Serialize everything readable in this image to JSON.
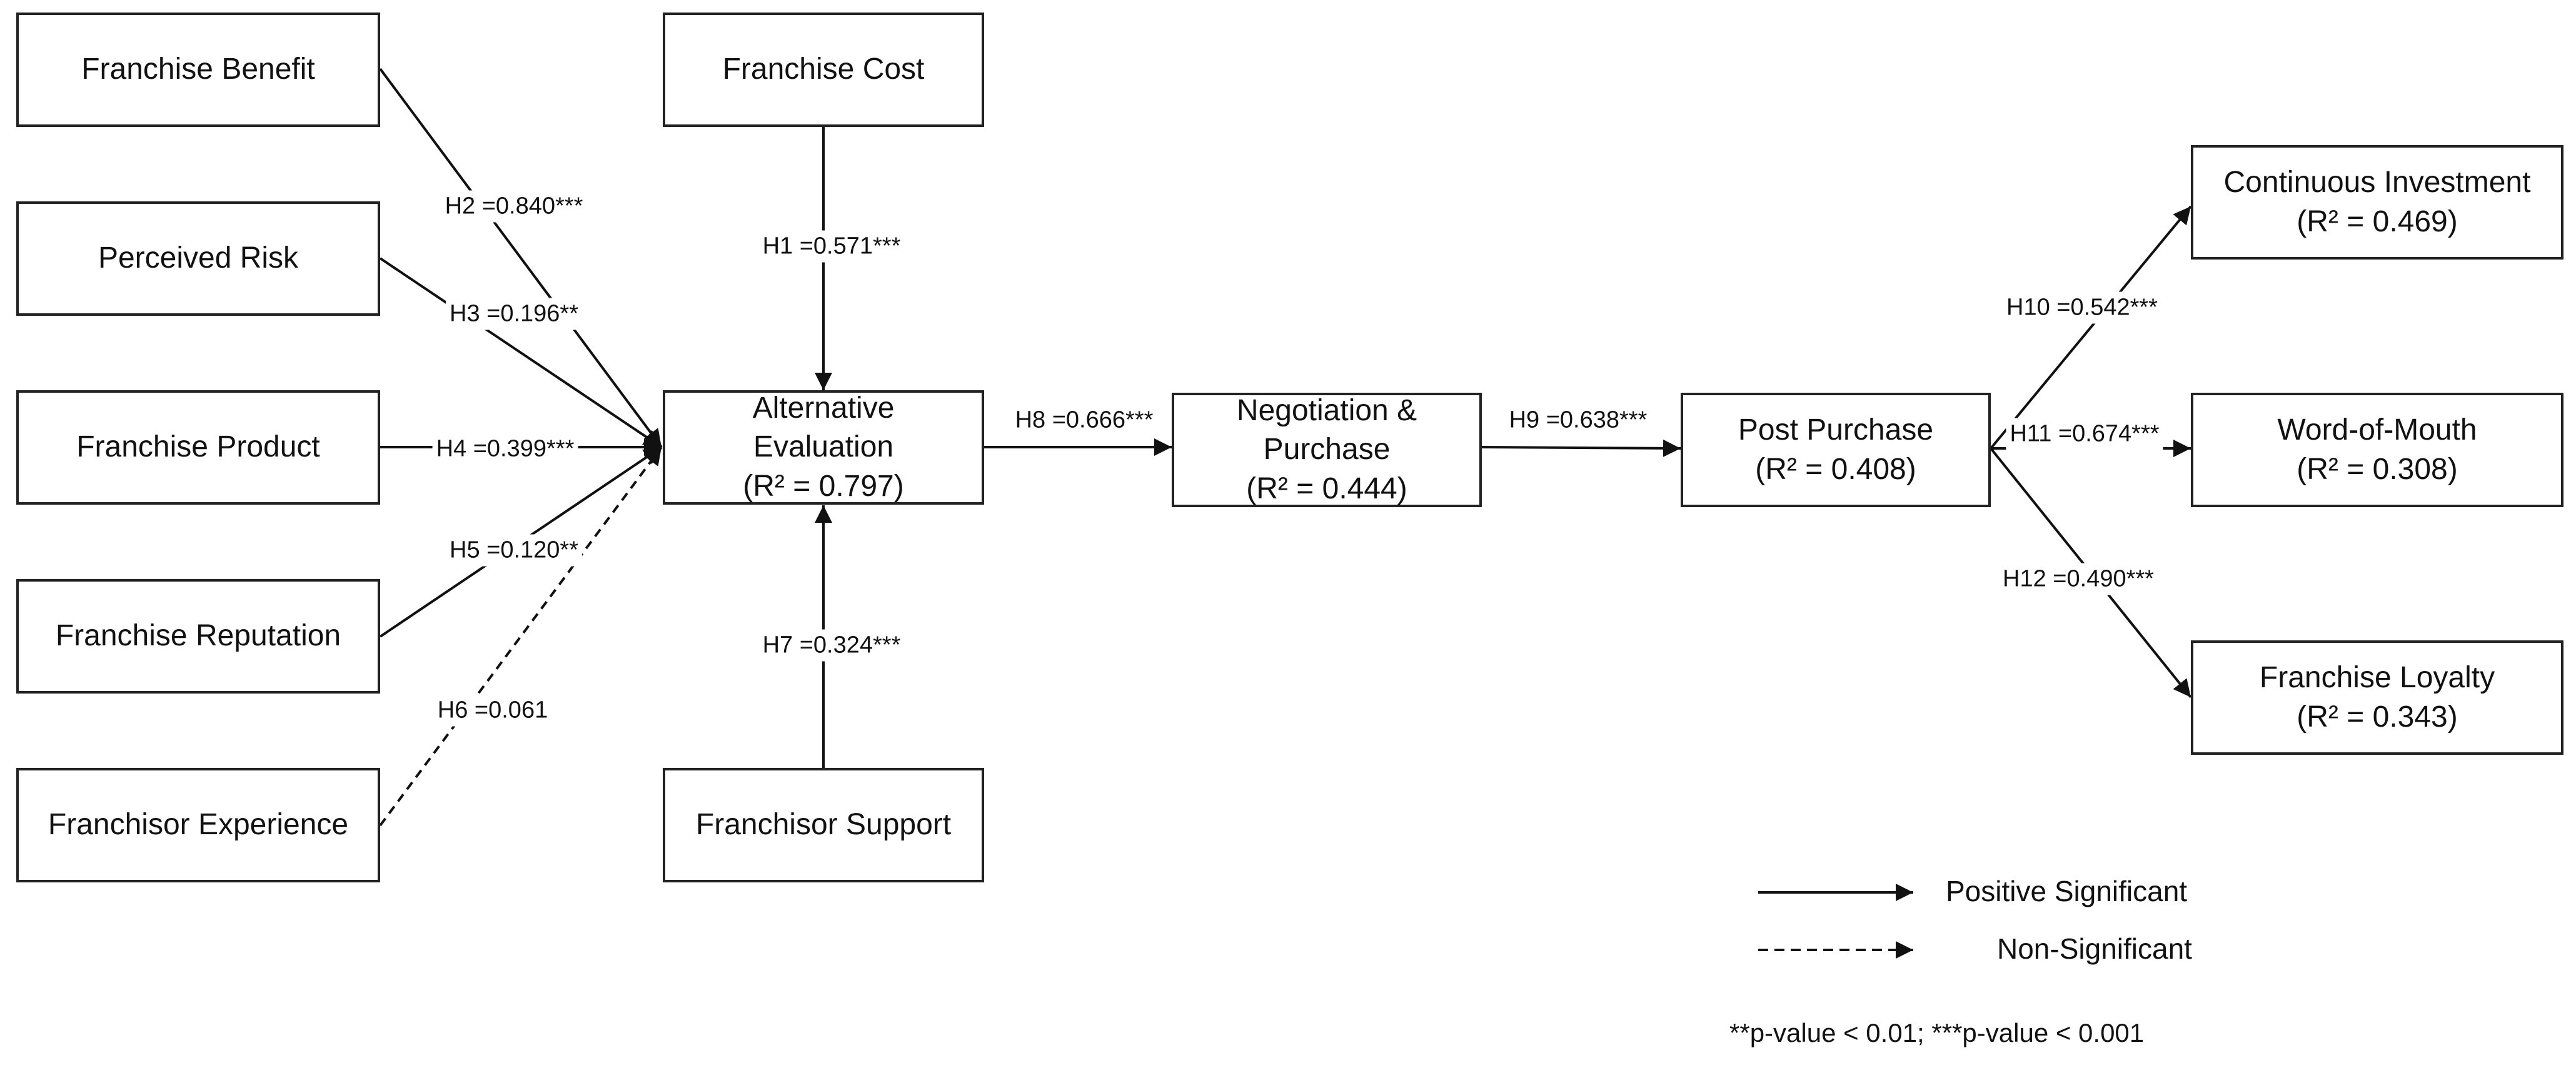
{
  "nodes": {
    "franchise_benefit": {
      "lines": [
        "Franchise Benefit"
      ]
    },
    "perceived_risk": {
      "lines": [
        "Perceived Risk"
      ]
    },
    "franchise_product": {
      "lines": [
        "Franchise Product"
      ]
    },
    "franchise_reputation": {
      "lines": [
        "Franchise Reputation"
      ]
    },
    "franchisor_experience": {
      "lines": [
        "Franchisor Experience"
      ]
    },
    "franchise_cost": {
      "lines": [
        "Franchise Cost"
      ]
    },
    "franchisor_support": {
      "lines": [
        "Franchisor Support"
      ]
    },
    "alternative_evaluation": {
      "lines": [
        "Alternative",
        "Evaluation",
        "(R² = 0.797)"
      ]
    },
    "negotiation_purchase": {
      "lines": [
        "Negotiation &",
        "Purchase",
        "(R² = 0.444)"
      ]
    },
    "post_purchase": {
      "lines": [
        "Post Purchase",
        "(R² = 0.408)"
      ]
    },
    "continuous_investment": {
      "lines": [
        "Continuous Investment",
        "(R² = 0.469)"
      ]
    },
    "word_of_mouth": {
      "lines": [
        "Word-of-Mouth",
        "(R² = 0.308)"
      ]
    },
    "franchise_loyalty": {
      "lines": [
        "Franchise Loyalty",
        "(R² = 0.343)"
      ]
    }
  },
  "paths": [
    {
      "id": "h1",
      "from": "franchise_cost",
      "to": "alternative_evaluation",
      "label": "H1 =0.571***",
      "significant": true
    },
    {
      "id": "h2",
      "from": "franchise_benefit",
      "to": "alternative_evaluation",
      "label": "H2 =0.840***",
      "significant": true
    },
    {
      "id": "h3",
      "from": "perceived_risk",
      "to": "alternative_evaluation",
      "label": "H3 =0.196**",
      "significant": true
    },
    {
      "id": "h4",
      "from": "franchise_product",
      "to": "alternative_evaluation",
      "label": "H4 =0.399***",
      "significant": true
    },
    {
      "id": "h5",
      "from": "franchise_reputation",
      "to": "alternative_evaluation",
      "label": "H5 =0.120**",
      "significant": true
    },
    {
      "id": "h6",
      "from": "franchisor_experience",
      "to": "alternative_evaluation",
      "label": "H6 =0.061",
      "significant": false
    },
    {
      "id": "h7",
      "from": "franchisor_support",
      "to": "alternative_evaluation",
      "label": "H7 =0.324***",
      "significant": true
    },
    {
      "id": "h8",
      "from": "alternative_evaluation",
      "to": "negotiation_purchase",
      "label": "H8 =0.666***",
      "significant": true
    },
    {
      "id": "h9",
      "from": "negotiation_purchase",
      "to": "post_purchase",
      "label": "H9 =0.638***",
      "significant": true
    },
    {
      "id": "h10",
      "from": "post_purchase",
      "to": "continuous_investment",
      "label": "H10 =0.542***",
      "significant": true
    },
    {
      "id": "h11",
      "from": "post_purchase",
      "to": "word_of_mouth",
      "label": "H11 =0.674***",
      "significant": true
    },
    {
      "id": "h12",
      "from": "post_purchase",
      "to": "franchise_loyalty",
      "label": "H12 =0.490***",
      "significant": true
    }
  ],
  "legend": {
    "positive_significant": "Positive Significant",
    "non_significant": "Non-Significant"
  },
  "footnote": "**p-value < 0.01;  ***p-value < 0.001"
}
